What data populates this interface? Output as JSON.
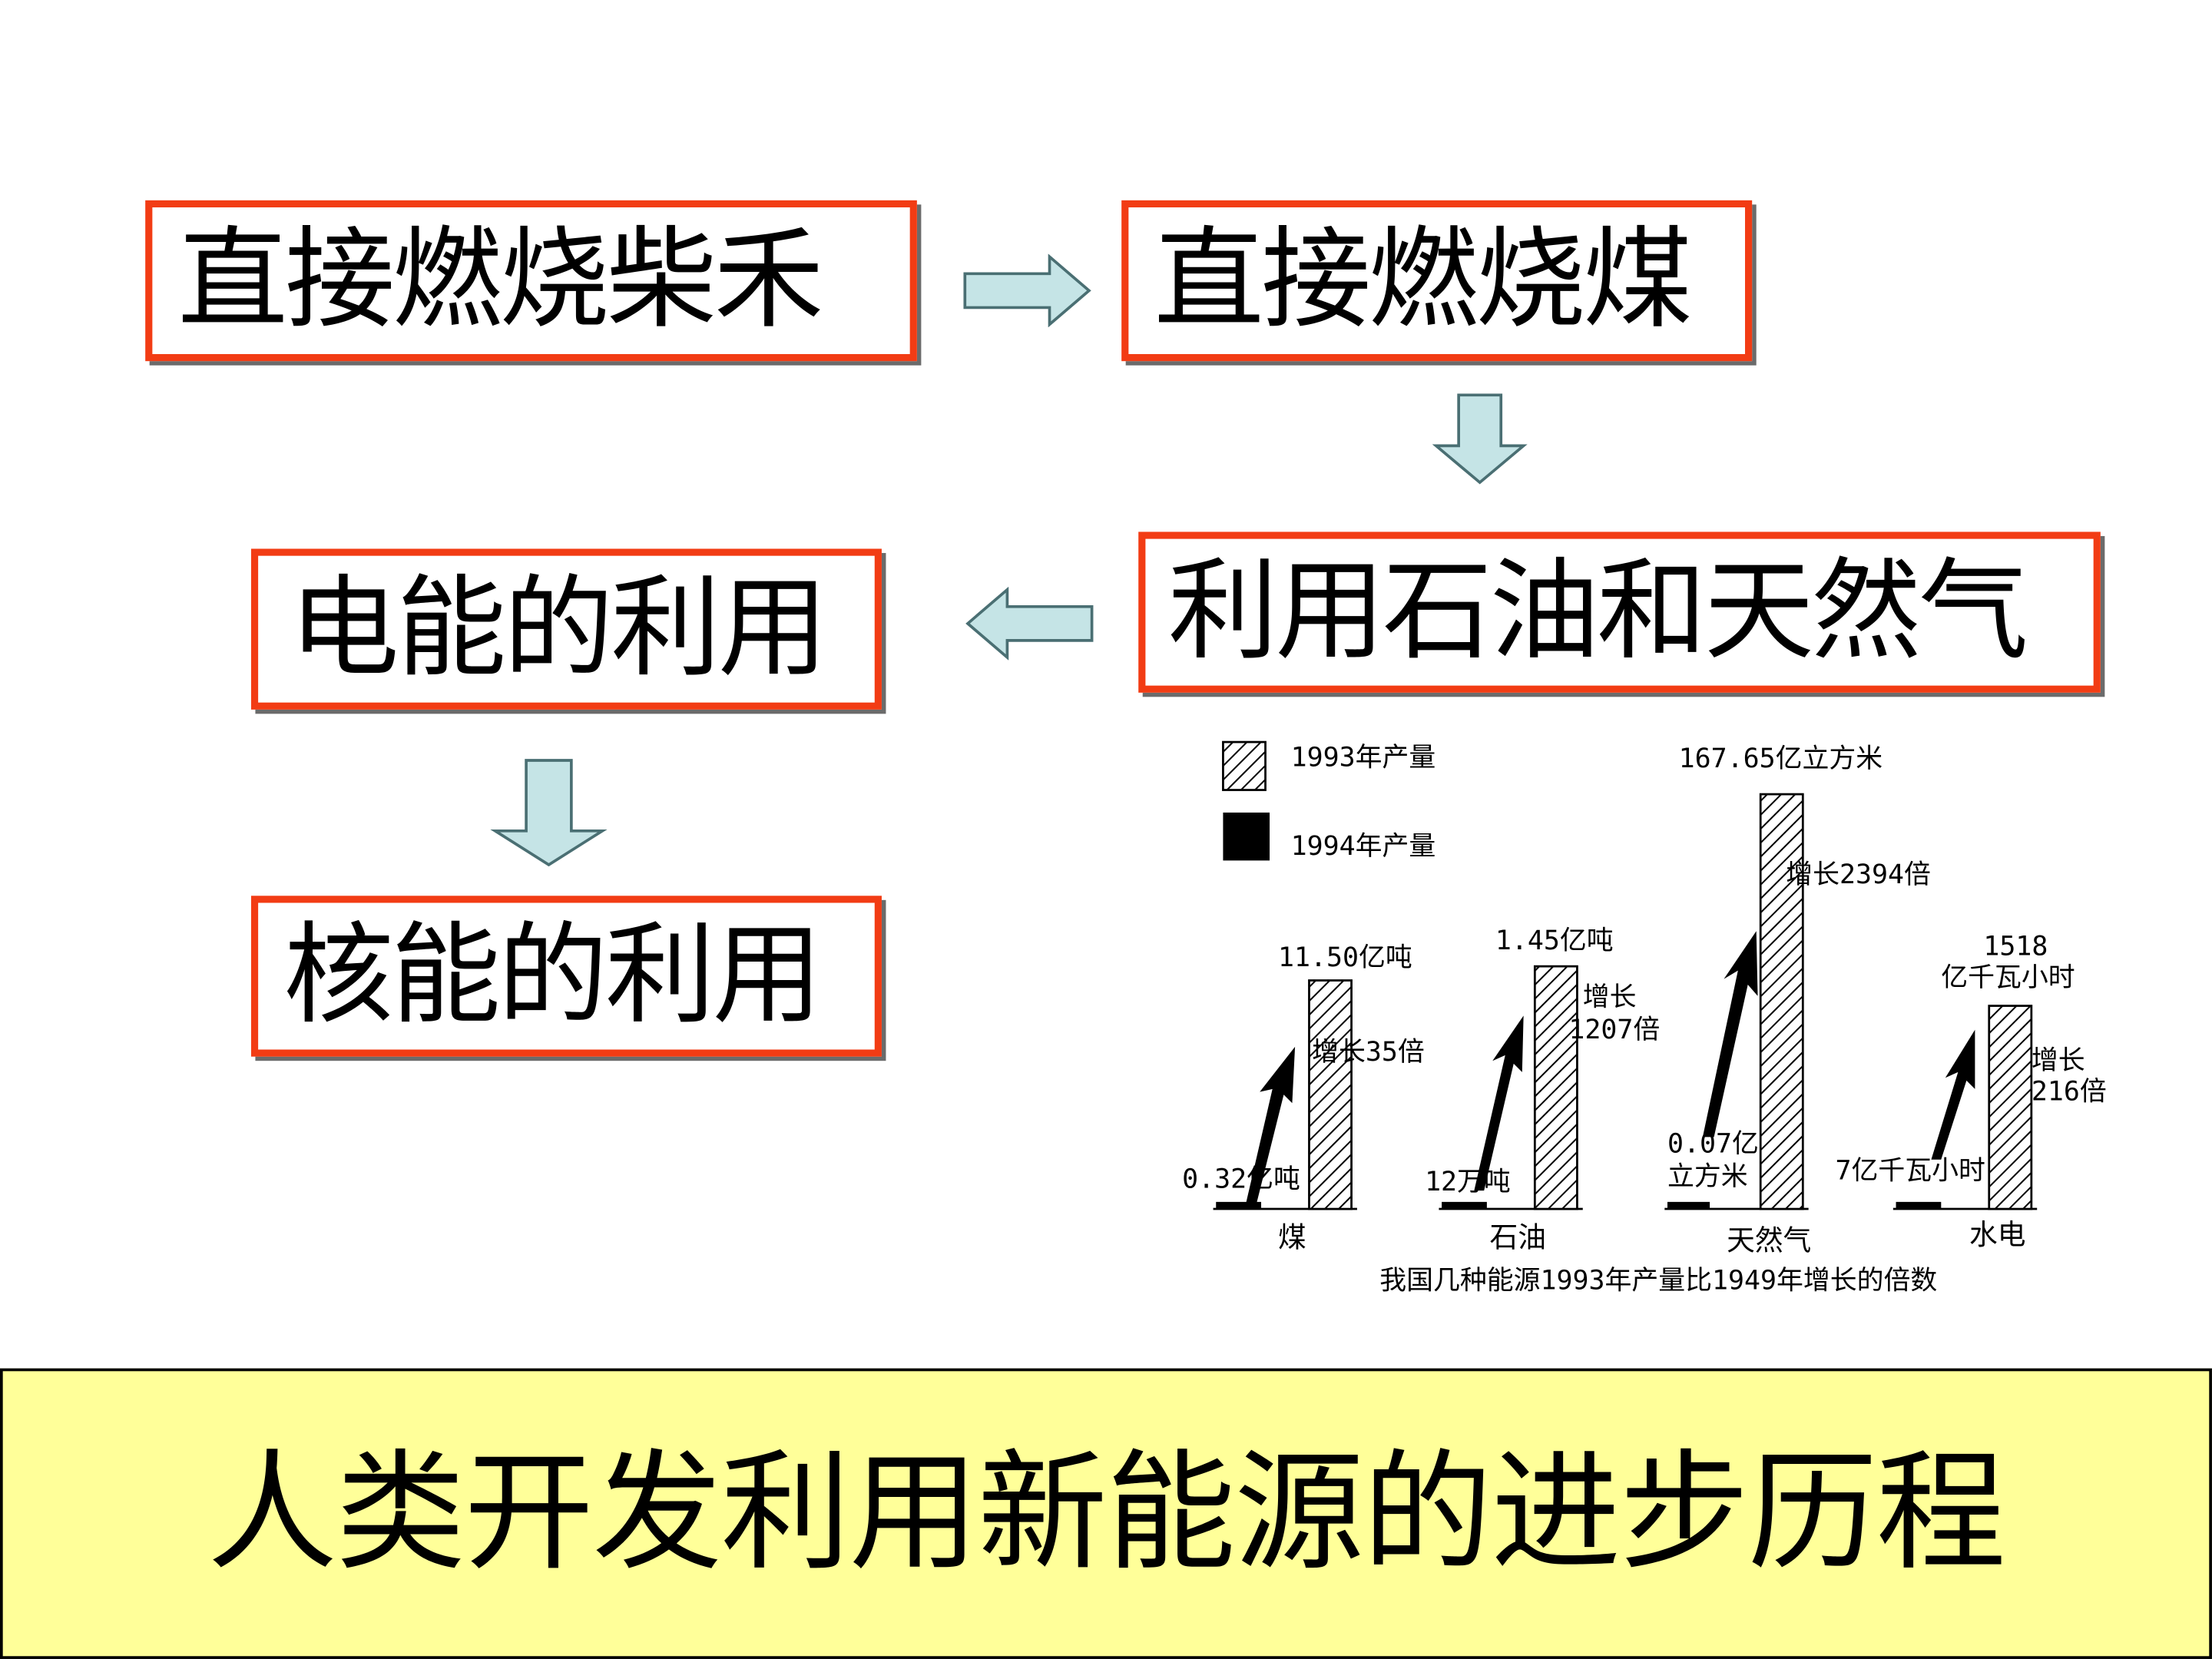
{
  "flow": {
    "step1": "直接燃烧柴禾",
    "step2": "直接燃烧煤",
    "step3": "利用石油和天然气",
    "step4": "电能的利用",
    "step5": "核能的利用"
  },
  "chart_data": {
    "type": "bar",
    "title": "我国几种能源1993年产量比1949年增长的倍数",
    "legend": [
      {
        "name": "1993年产量",
        "pattern": "hatched"
      },
      {
        "name": "1994年产量",
        "pattern": "solid"
      }
    ],
    "categories": [
      "煤",
      "石油",
      "天然气",
      "水电"
    ],
    "series": [
      {
        "name": "1993年产量",
        "values": [
          11.5,
          1.45,
          167.65,
          1518
        ]
      },
      {
        "name": "1994年产量",
        "values": [
          0.32,
          12,
          0.07,
          7
        ]
      }
    ],
    "labels": {
      "coal": {
        "high": "11.50亿吨",
        "low": "0.32亿吨",
        "growth": "增长35倍"
      },
      "oil": {
        "high": "1.45亿吨",
        "low": "12万吨",
        "growth1": "增长",
        "growth2": "1207倍"
      },
      "gas": {
        "high": "167.65亿立方米",
        "low1": "0.07亿",
        "low2": "立方米",
        "growth": "增长2394倍"
      },
      "hydro": {
        "high1": "1518",
        "high2": "亿千瓦小时",
        "low": "7亿千瓦小时",
        "growth1": "增长",
        "growth2": "216倍"
      }
    }
  },
  "banner": {
    "text": "人类开发利用新能源的进步历程"
  }
}
